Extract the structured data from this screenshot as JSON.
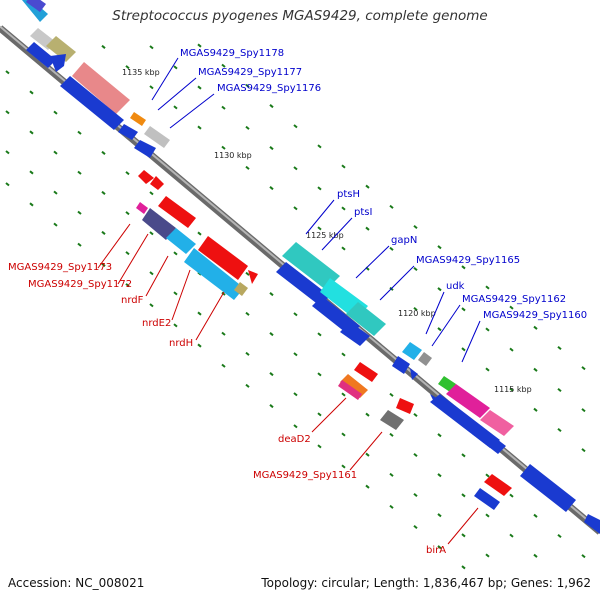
{
  "title": "Streptococcus pyogenes MGAS9429, complete genome",
  "footer": {
    "accession": "Accession: NC_008021",
    "topology": "Topology: circular; Length: 1,836,467 bp; Genes: 1,962"
  },
  "colors": {
    "forward_label": "#0000cc",
    "reverse_label": "#cc0000",
    "backbone": "#8c8c8c",
    "tick": "#1a7a1a"
  },
  "ticks": [
    "1135 kbp",
    "1130 kbp",
    "1125 kbp",
    "1120 kbp",
    "1115 kbp"
  ],
  "forward_labels": [
    "MGAS9429_Spy1178",
    "MGAS9429_Spy1177",
    "MGAS9429_Spy1176",
    "ptsH",
    "ptsI",
    "gapN",
    "MGAS9429_Spy1165",
    "udk",
    "MGAS9429_Spy1162",
    "MGAS9429_Spy1160"
  ],
  "reverse_labels": [
    "MGAS9429_Spy1173",
    "MGAS9429_Spy1172",
    "nrdF",
    "nrdE2",
    "nrdH",
    "deaD2",
    "MGAS9429_Spy1161",
    "birA"
  ]
}
